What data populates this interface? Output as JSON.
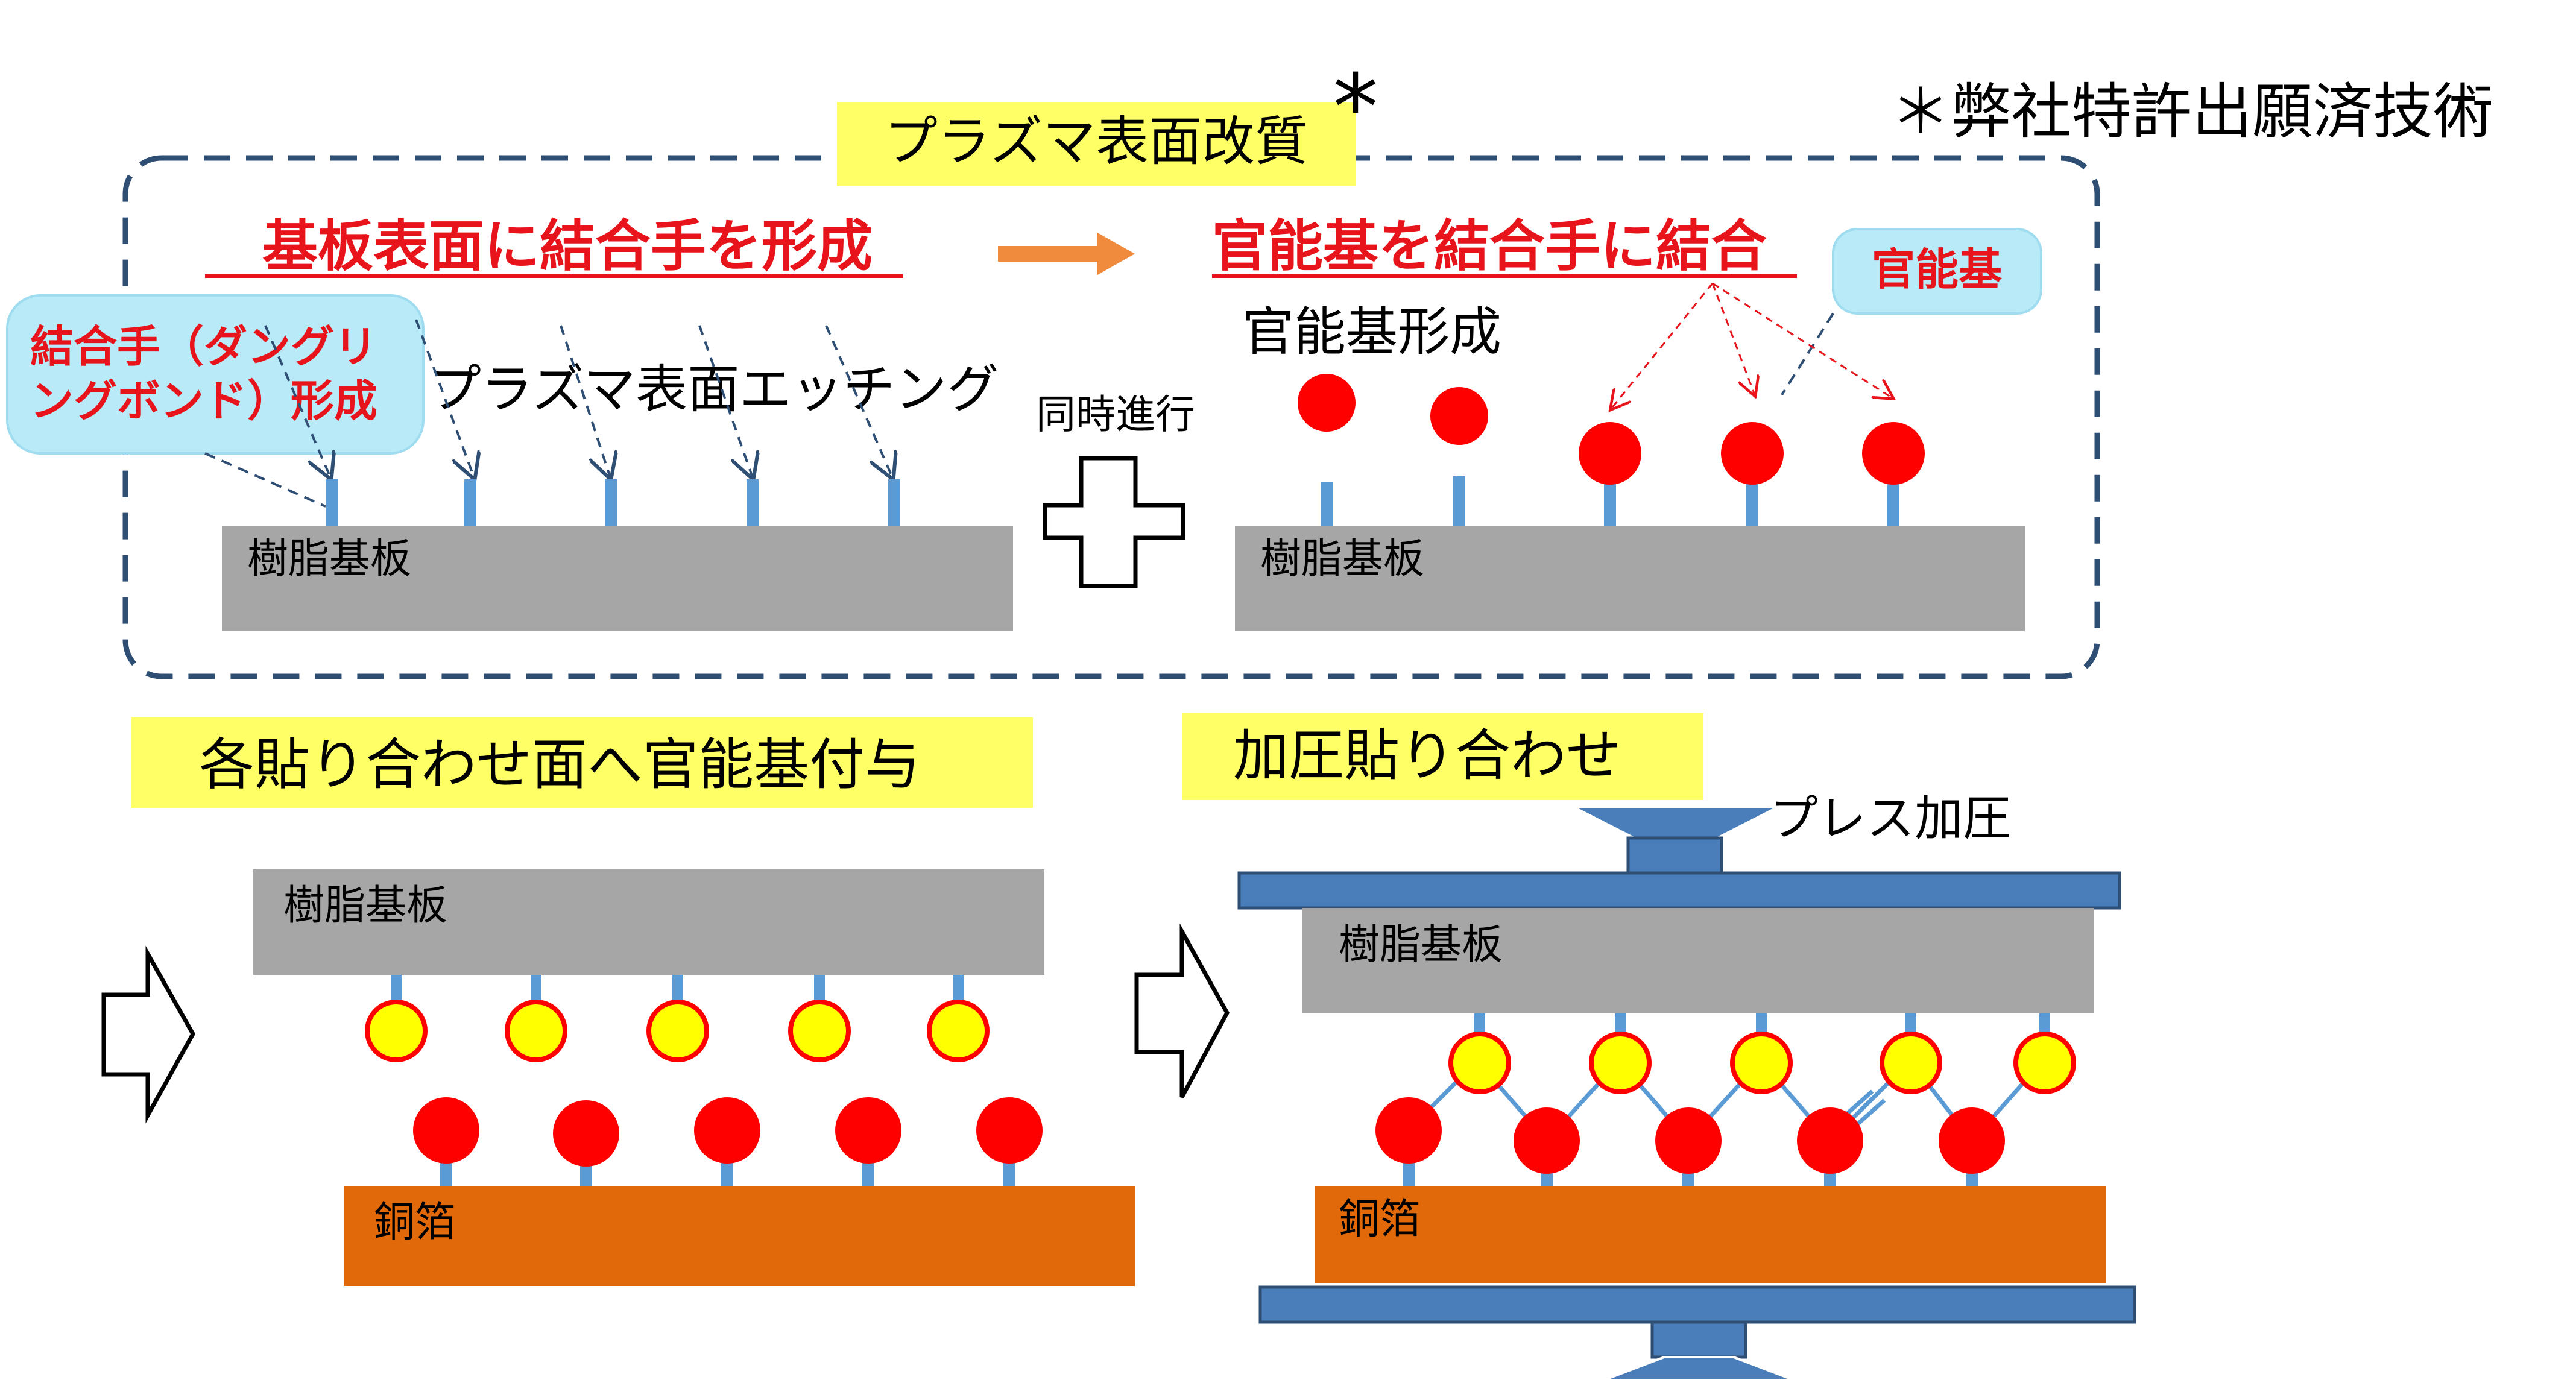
{
  "header": {
    "title": "プラズマ表面改質",
    "asterisk": "*",
    "patent_note": "＊弊社特許出願済技術"
  },
  "step1": {
    "heading": "基板表面に結合手を形成",
    "callout": [
      "結合手（ダングリ",
      "ングボンド）形成"
    ],
    "etching_label": "プラズマ表面エッチング",
    "substrate_label": "樹脂基板"
  },
  "middle": {
    "simultaneous_label": "同時進行"
  },
  "step2": {
    "heading": "官能基を結合手に結合",
    "callout": "官能基",
    "formation_label": "官能基形成",
    "substrate_label": "樹脂基板"
  },
  "step3": {
    "title": "各貼り合わせ面へ官能基付与",
    "resin_label": "樹脂基板",
    "copper_label": "銅箔"
  },
  "step4": {
    "title": "加圧貼り合わせ",
    "press_label": "プレス加圧",
    "resin_label": "樹脂基板",
    "copper_label": "銅箔"
  },
  "colors": {
    "dash_border": "#2e4e74",
    "yellow_banner": "#ffff66",
    "callout_fill": "#b8eaf8",
    "red_text": "#e8141b",
    "orange_arrow": "#f08a3c",
    "substrate_gray": "#a6a6a6",
    "copper_orange": "#e2690a",
    "bond_blue": "#5b9bd5",
    "press_blue": "#4a7ebb",
    "red_ball": "#ff0000",
    "yellow_ball": "#ffff00"
  }
}
